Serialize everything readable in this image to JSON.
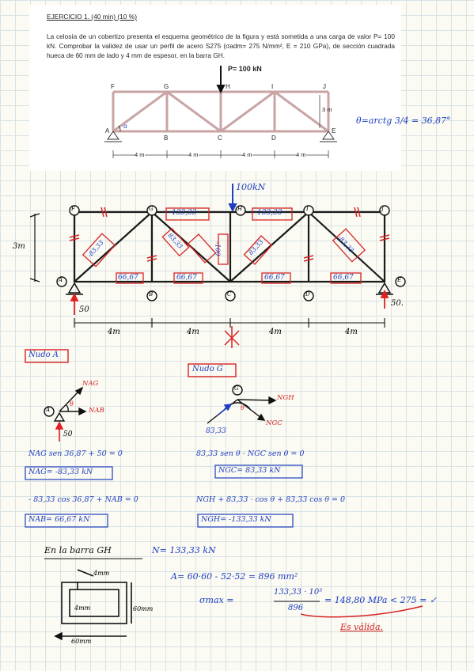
{
  "problem": {
    "title": "EJERCICIO 1. (40 min) (10 %)",
    "statement": "La celosía de un cobertizo presenta el esquema geométrico de la figura y está sometida a una carga de valor P= 100 kN. Comprobar la validez de usar un perfil de acero S275 (σadm= 275 N/mm², E = 210 GPa), de sección cuadrada hueca de 60 mm de lado y 4 mm de espesor, en la barra GH.",
    "load_label": "P= 100 kN",
    "nodes": [
      "F",
      "G",
      "H",
      "I",
      "J",
      "A",
      "E",
      "B",
      "C",
      "D"
    ],
    "height_label": "3 m",
    "spans": [
      "4 m",
      "4 m",
      "4 m",
      "4 m"
    ],
    "angle_symbol": "α",
    "angle_note": "θ=arctg 3/4 = 36,87°"
  },
  "sketch": {
    "load": "100kN",
    "height": "3m",
    "spans": [
      "4m",
      "4m",
      "4m",
      "4m"
    ],
    "nodes": {
      "F": "F",
      "G": "G",
      "H": "H",
      "I": "I",
      "J": "J",
      "A": "A",
      "B": "B",
      "C": "C",
      "D": "D",
      "E": "E"
    },
    "forces": {
      "GH": "-133,33",
      "HI": "-133,33",
      "AG": "-83,33",
      "GC": "83,33",
      "CI": "83,33",
      "IE": "-83,33",
      "HC": "-100",
      "AB": "66,67",
      "BC": "66,67",
      "CD": "66,67",
      "DE": "66,67"
    },
    "reaction_A": "50",
    "reaction_E": "50."
  },
  "nodo_a": {
    "title": "Nudo A",
    "n_ag_label": "NAG",
    "n_ab_label": "NAB",
    "theta": "θ",
    "node": "A",
    "reaction": "50",
    "eq1": "NAG sen 36,87 + 50 = 0",
    "res1": "NAG= -83,33 kN",
    "eq2": "- 83,33 cos 36,87 + NAB = 0",
    "res2": "NAB= 66,67 kN"
  },
  "nodo_g": {
    "title": "Nudo G",
    "node": "G",
    "n_gh_label": "NGH",
    "n_gc_label": "NGC",
    "load": "83,33",
    "theta": "θ",
    "eq1": "83,33 sen θ - NGC sen θ = 0",
    "res1": "NGC= 83,33 kN",
    "eq2": "NGH + 83,33 · cos θ + 83,33 cos θ = 0",
    "res2": "NGH= -133,33 kN"
  },
  "barra": {
    "heading": "En la barra GH",
    "result": "N= 133,33 kN",
    "area": "A= 60·60 - 52·52 = 896 mm²",
    "sigma_lhs": "σmax =",
    "sigma_num": "133,33 · 10³",
    "sigma_den": "896",
    "sigma_rhs": "= 148,80 MPa < 275 = ✓",
    "valid": "Es válida.",
    "dim_top": "4mm",
    "dim_inner": "4mm",
    "dim_side": "60mm",
    "dim_bottom": "60mm"
  }
}
